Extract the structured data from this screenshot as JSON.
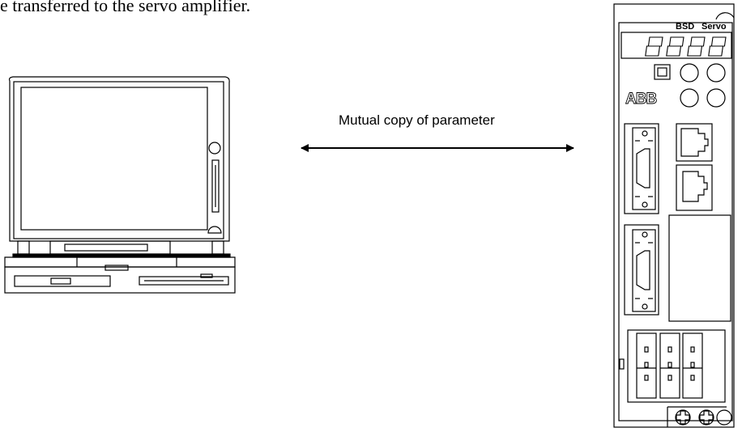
{
  "header_text": "e transferred to the servo amplifier.",
  "arrow_label": "Mutual copy of parameter",
  "amplifier": {
    "label_bsd": "BSD",
    "label_servo": "Servo",
    "brand": "ABB",
    "display_digits": "8888"
  }
}
